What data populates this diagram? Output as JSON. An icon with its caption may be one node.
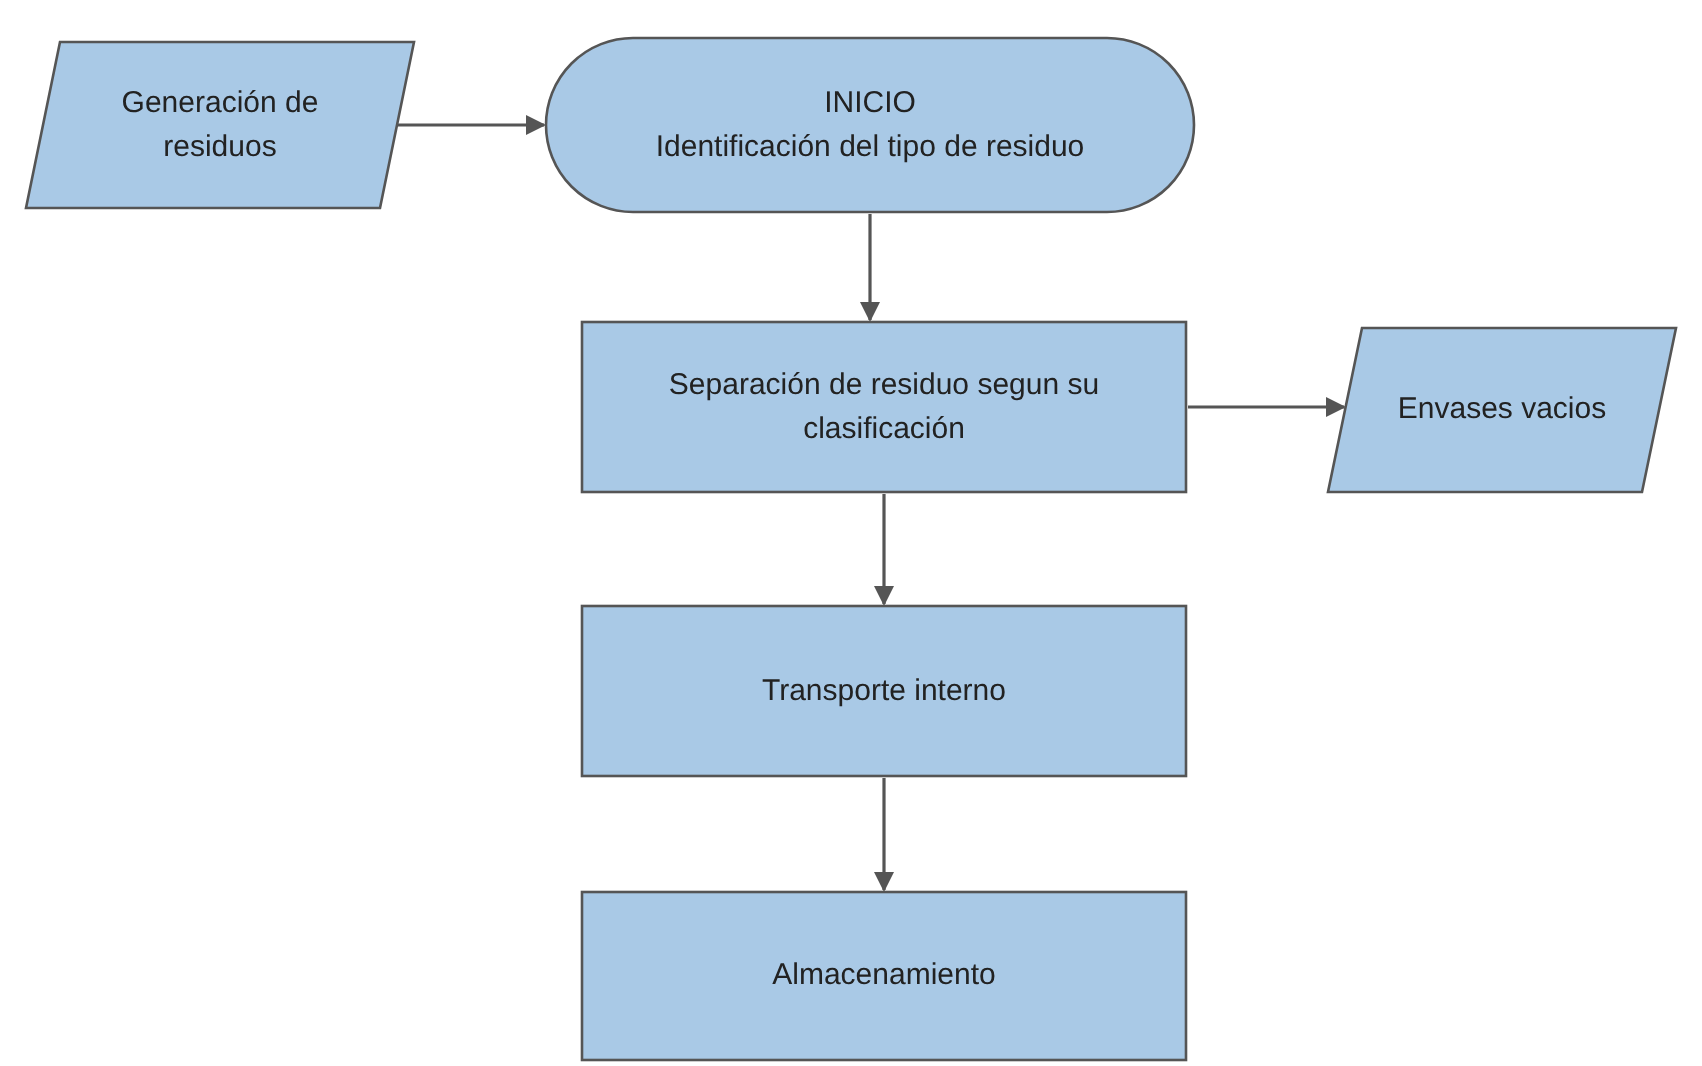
{
  "diagram": {
    "nodes": [
      {
        "text": [
          "Generación de residuos"
        ]
      },
      {
        "text": [
          "INICIO",
          "Identificación del tipo de residuo"
        ]
      },
      {
        "text": [
          "Separación de residuo segun su clasificación"
        ]
      },
      {
        "text": [
          "Envases vacios"
        ]
      },
      {
        "text": [
          "Transporte interno"
        ]
      },
      {
        "text": [
          "Almacenamiento"
        ]
      }
    ],
    "edges": [
      {
        "from": 0,
        "to": 1,
        "arrow": "to"
      },
      {
        "from": 1,
        "to": 2,
        "arrow": "to"
      },
      {
        "from": 2,
        "to": 3,
        "arrow": "to"
      },
      {
        "from": 2,
        "to": 4,
        "arrow": "to"
      },
      {
        "from": 4,
        "to": 5,
        "arrow": "to"
      }
    ]
  }
}
